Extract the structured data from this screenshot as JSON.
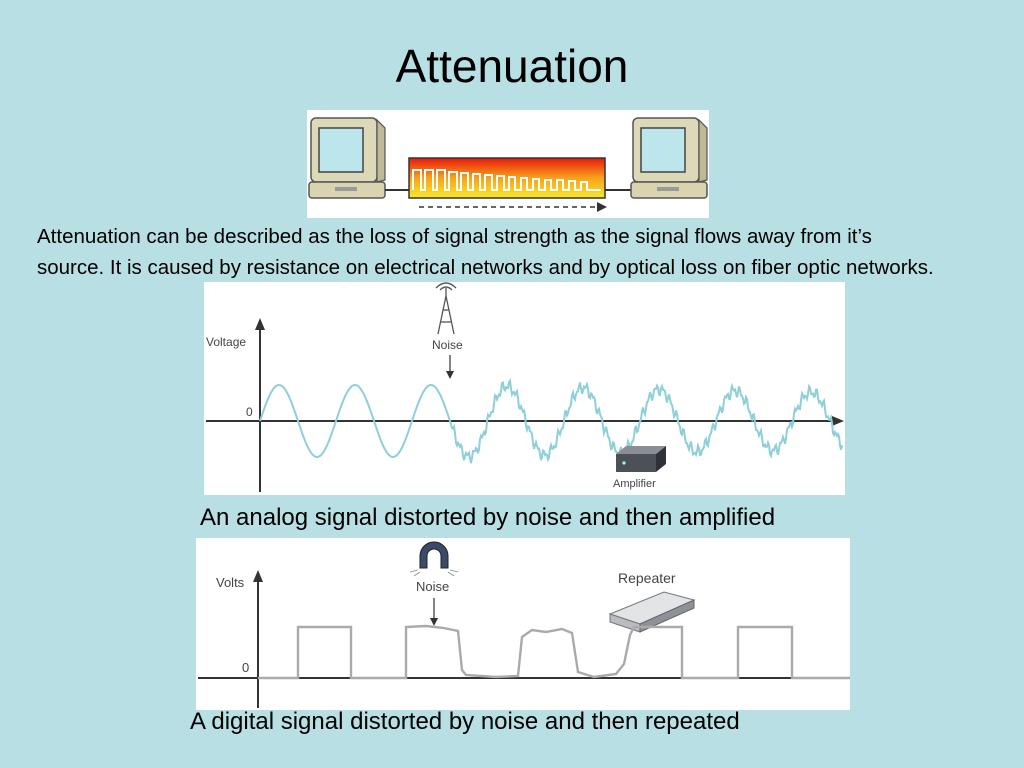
{
  "slide": {
    "title": "Attenuation",
    "body": "Attenuation can be described as the loss of signal strength as the signal flows away from it’s source. It is caused by resistance on electrical networks and by optical loss on fiber optic networks."
  },
  "analog_figure": {
    "y_axis_label": "Voltage",
    "zero_label": "0",
    "noise_label": "Noise",
    "amplifier_label": "Amplifier",
    "caption": "An analog signal distorted by noise and then amplified",
    "signal_color": "#8fcfd8"
  },
  "digital_figure": {
    "y_axis_label": "Volts",
    "zero_label": "0",
    "noise_label": "Noise",
    "repeater_label": "Repeater",
    "caption": "A digital signal distorted by noise and then repeated",
    "signal_color": "#aaaaaa"
  },
  "network_figure": {
    "icons": [
      "computer-icon",
      "signal-cable",
      "computer-icon"
    ]
  }
}
